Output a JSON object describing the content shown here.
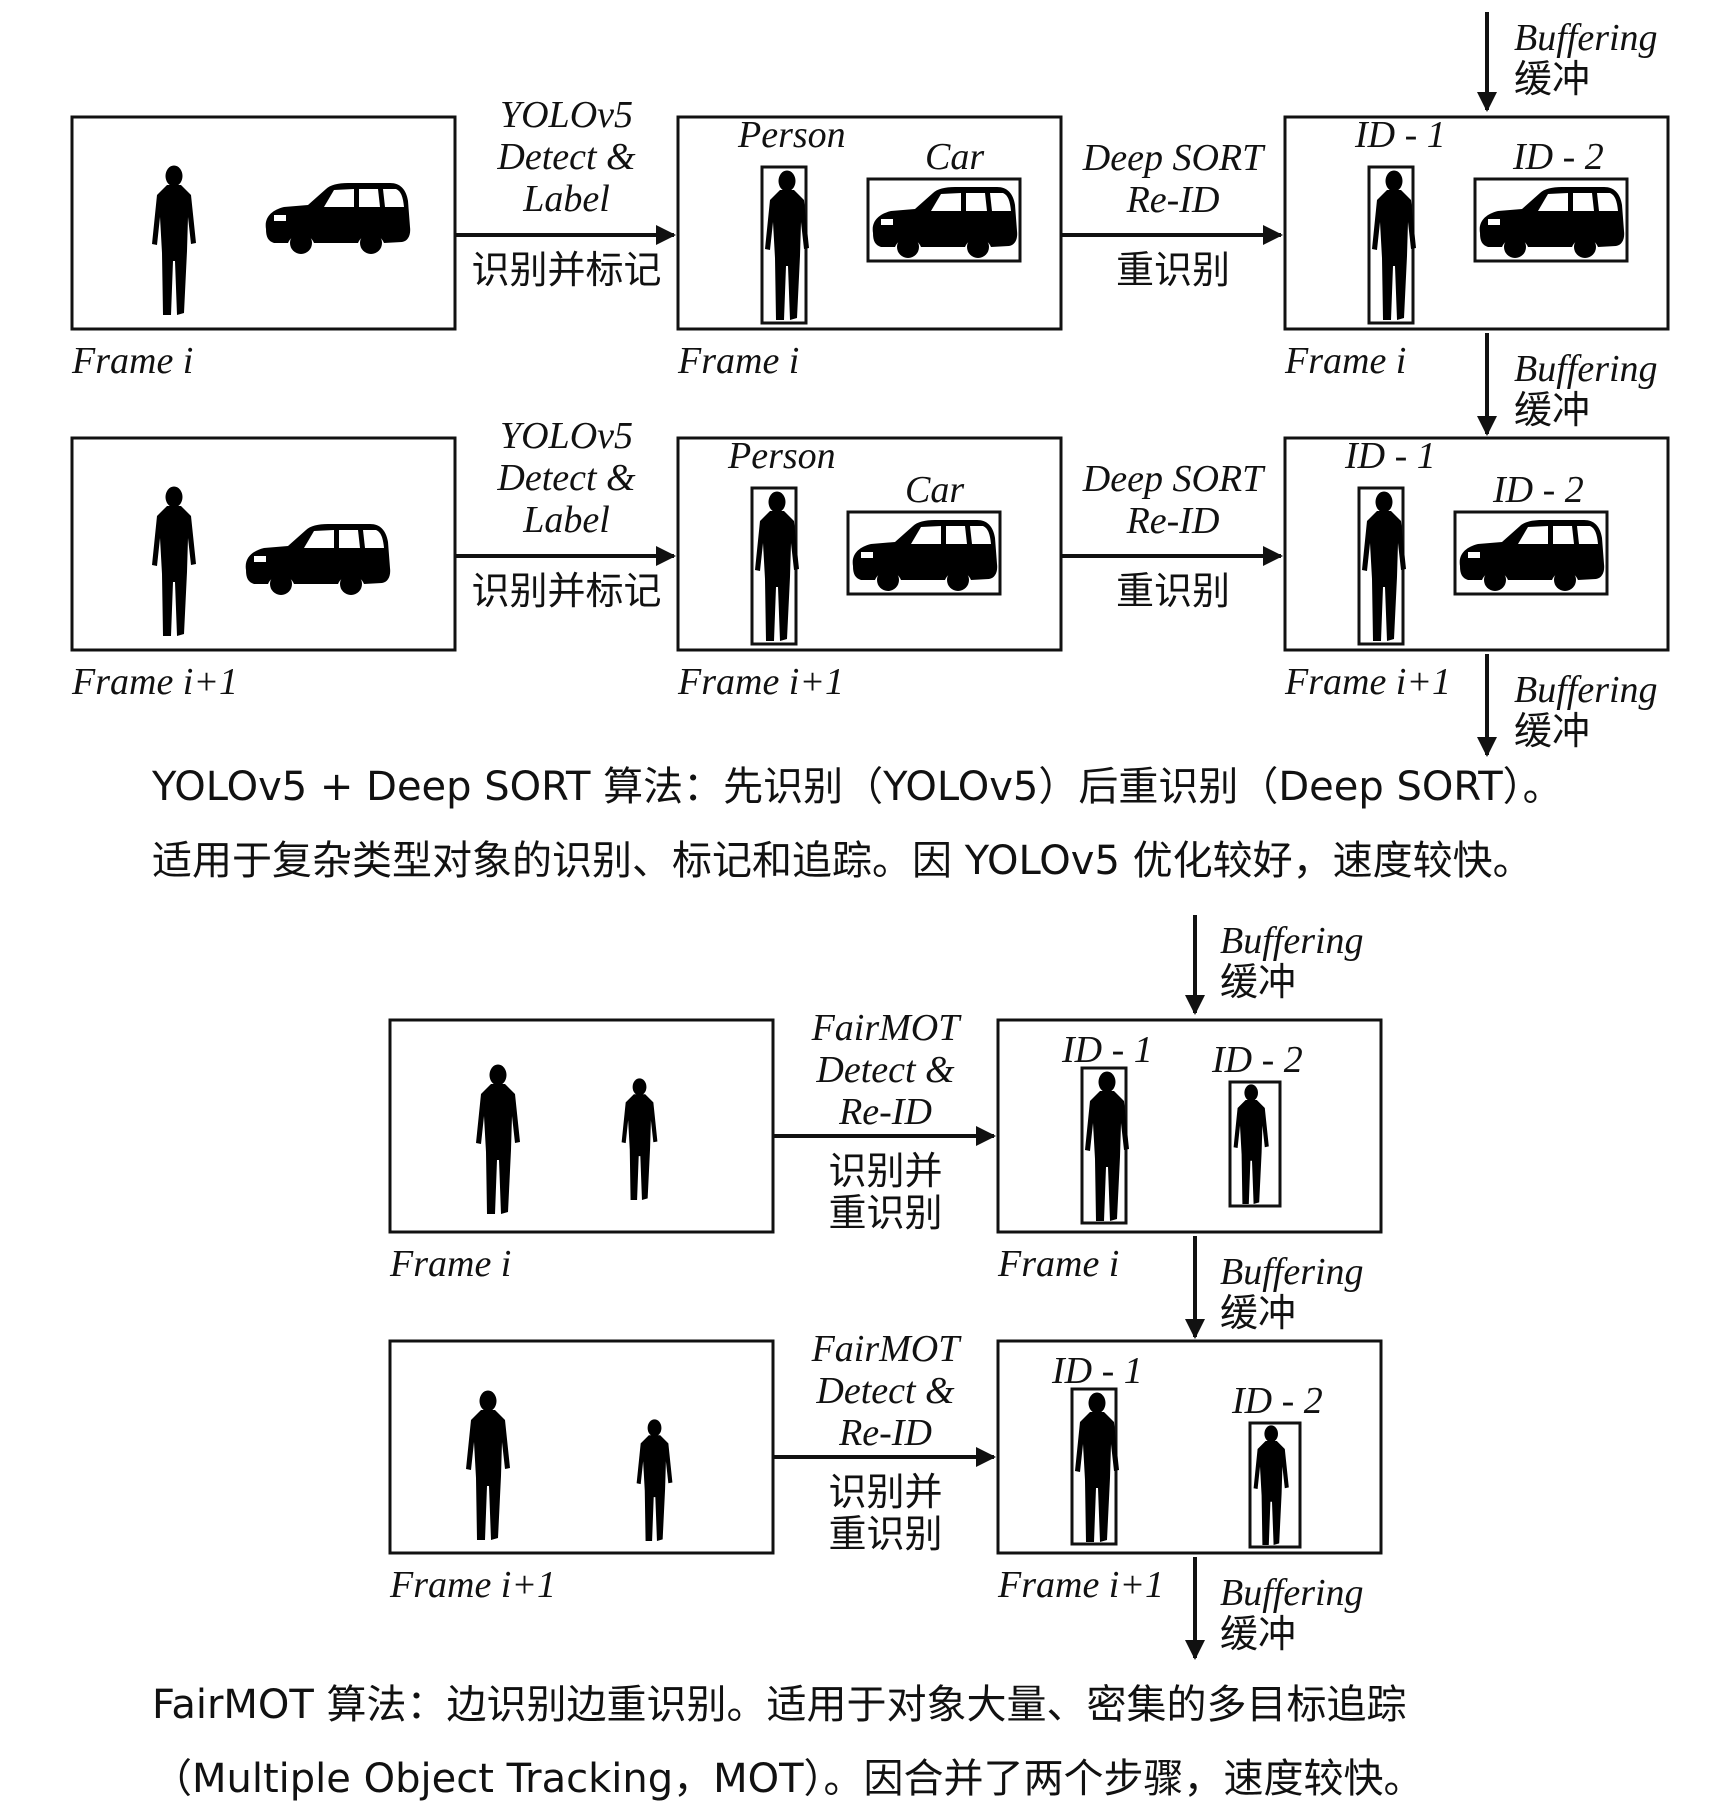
{
  "section1": {
    "rows": [
      {
        "frame_label": "Frame i",
        "step1": {
          "lines": [
            "YOLOv5",
            "Detect &",
            "Label"
          ],
          "zh": "识别并标记"
        },
        "step2": {
          "lines": [
            "Deep SORT",
            "Re-ID"
          ],
          "zh": "重识别"
        },
        "detect_labels": [
          "Person",
          "Car"
        ],
        "id_labels": [
          "ID - 1",
          "ID - 2"
        ]
      },
      {
        "frame_label": "Frame i+1",
        "step1": {
          "lines": [
            "YOLOv5",
            "Detect &",
            "Label"
          ],
          "zh": "识别并标记"
        },
        "step2": {
          "lines": [
            "Deep SORT",
            "Re-ID"
          ],
          "zh": "重识别"
        },
        "detect_labels": [
          "Person",
          "Car"
        ],
        "id_labels": [
          "ID - 1",
          "ID - 2"
        ]
      }
    ],
    "buffer": {
      "en": "Buffering",
      "zh": "缓冲"
    },
    "caption": [
      "YOLOv5 + Deep SORT 算法：先识别（YOLOv5）后重识别（Deep SORT）。",
      "适用于复杂类型对象的识别、标记和追踪。因 YOLOv5 优化较好，速度较快。"
    ]
  },
  "section2": {
    "rows": [
      {
        "frame_label": "Frame i",
        "step": {
          "lines": [
            "FairMOT",
            "Detect &",
            "Re-ID"
          ],
          "zh": [
            "识别并",
            "重识别"
          ]
        },
        "id_labels": [
          "ID - 1",
          "ID - 2"
        ]
      },
      {
        "frame_label": "Frame i+1",
        "step": {
          "lines": [
            "FairMOT",
            "Detect &",
            "Re-ID"
          ],
          "zh": [
            "识别并",
            "重识别"
          ]
        },
        "id_labels": [
          "ID - 1",
          "ID - 2"
        ]
      }
    ],
    "buffer": {
      "en": "Buffering",
      "zh": "缓冲"
    },
    "caption": [
      "FairMOT 算法：边识别边重识别。适用于对象大量、密集的多目标追踪",
      "（Multiple Object Tracking，MOT）。因合并了两个步骤，速度较快。"
    ]
  },
  "colors": {
    "ink": "#111111",
    "background": "#ffffff"
  },
  "icons": [
    "person-silhouette-icon",
    "car-silhouette-icon",
    "arrow-right-icon",
    "arrow-down-icon"
  ]
}
